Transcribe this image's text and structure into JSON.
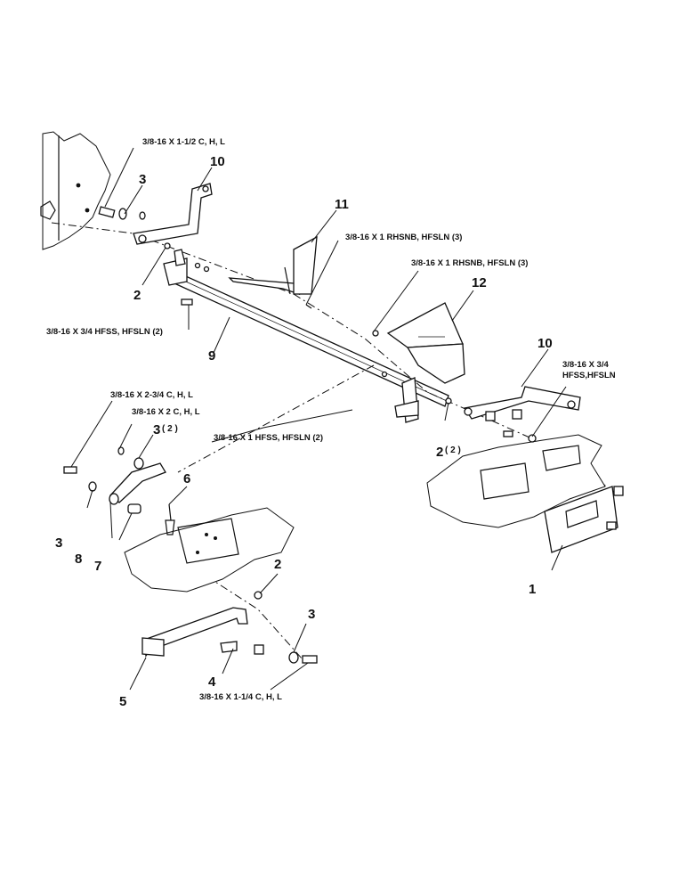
{
  "callouts": {
    "c1": "1",
    "c2a": "2",
    "c2b": "2",
    "c2c": "2",
    "c2c_qty": "( 2 )",
    "c3a": "3",
    "c3b": "3",
    "c3b_qty": "( 2 )",
    "c3c": "3",
    "c3d": "3",
    "c4": "4",
    "c5": "5",
    "c6": "6",
    "c7": "7",
    "c8": "8",
    "c9": "9",
    "c10a": "10",
    "c10b": "10",
    "c11": "11",
    "c12": "12"
  },
  "hardware": {
    "h1": "3/8-16 X 1-1/2 C, H, L",
    "h2": "3/8-16 X 1 RHSNB, HFSLN (3)",
    "h3": "3/8-16 X 1 RHSNB, HFSLN (3)",
    "h4": "3/8-16 X 3/4 HFSS, HFSLN (2)",
    "h5a": "3/8-16 X 3/4",
    "h5b": "HFSS,HFSLN",
    "h6": "3/8-16 X 2-3/4 C, H, L",
    "h7": "3/8-16 X 2 C, H, L",
    "h8": "3/8-16 X 1 HFSS, HFSLN (2)",
    "h9": "3/8-16 X 1-1/4 C, H, L"
  }
}
